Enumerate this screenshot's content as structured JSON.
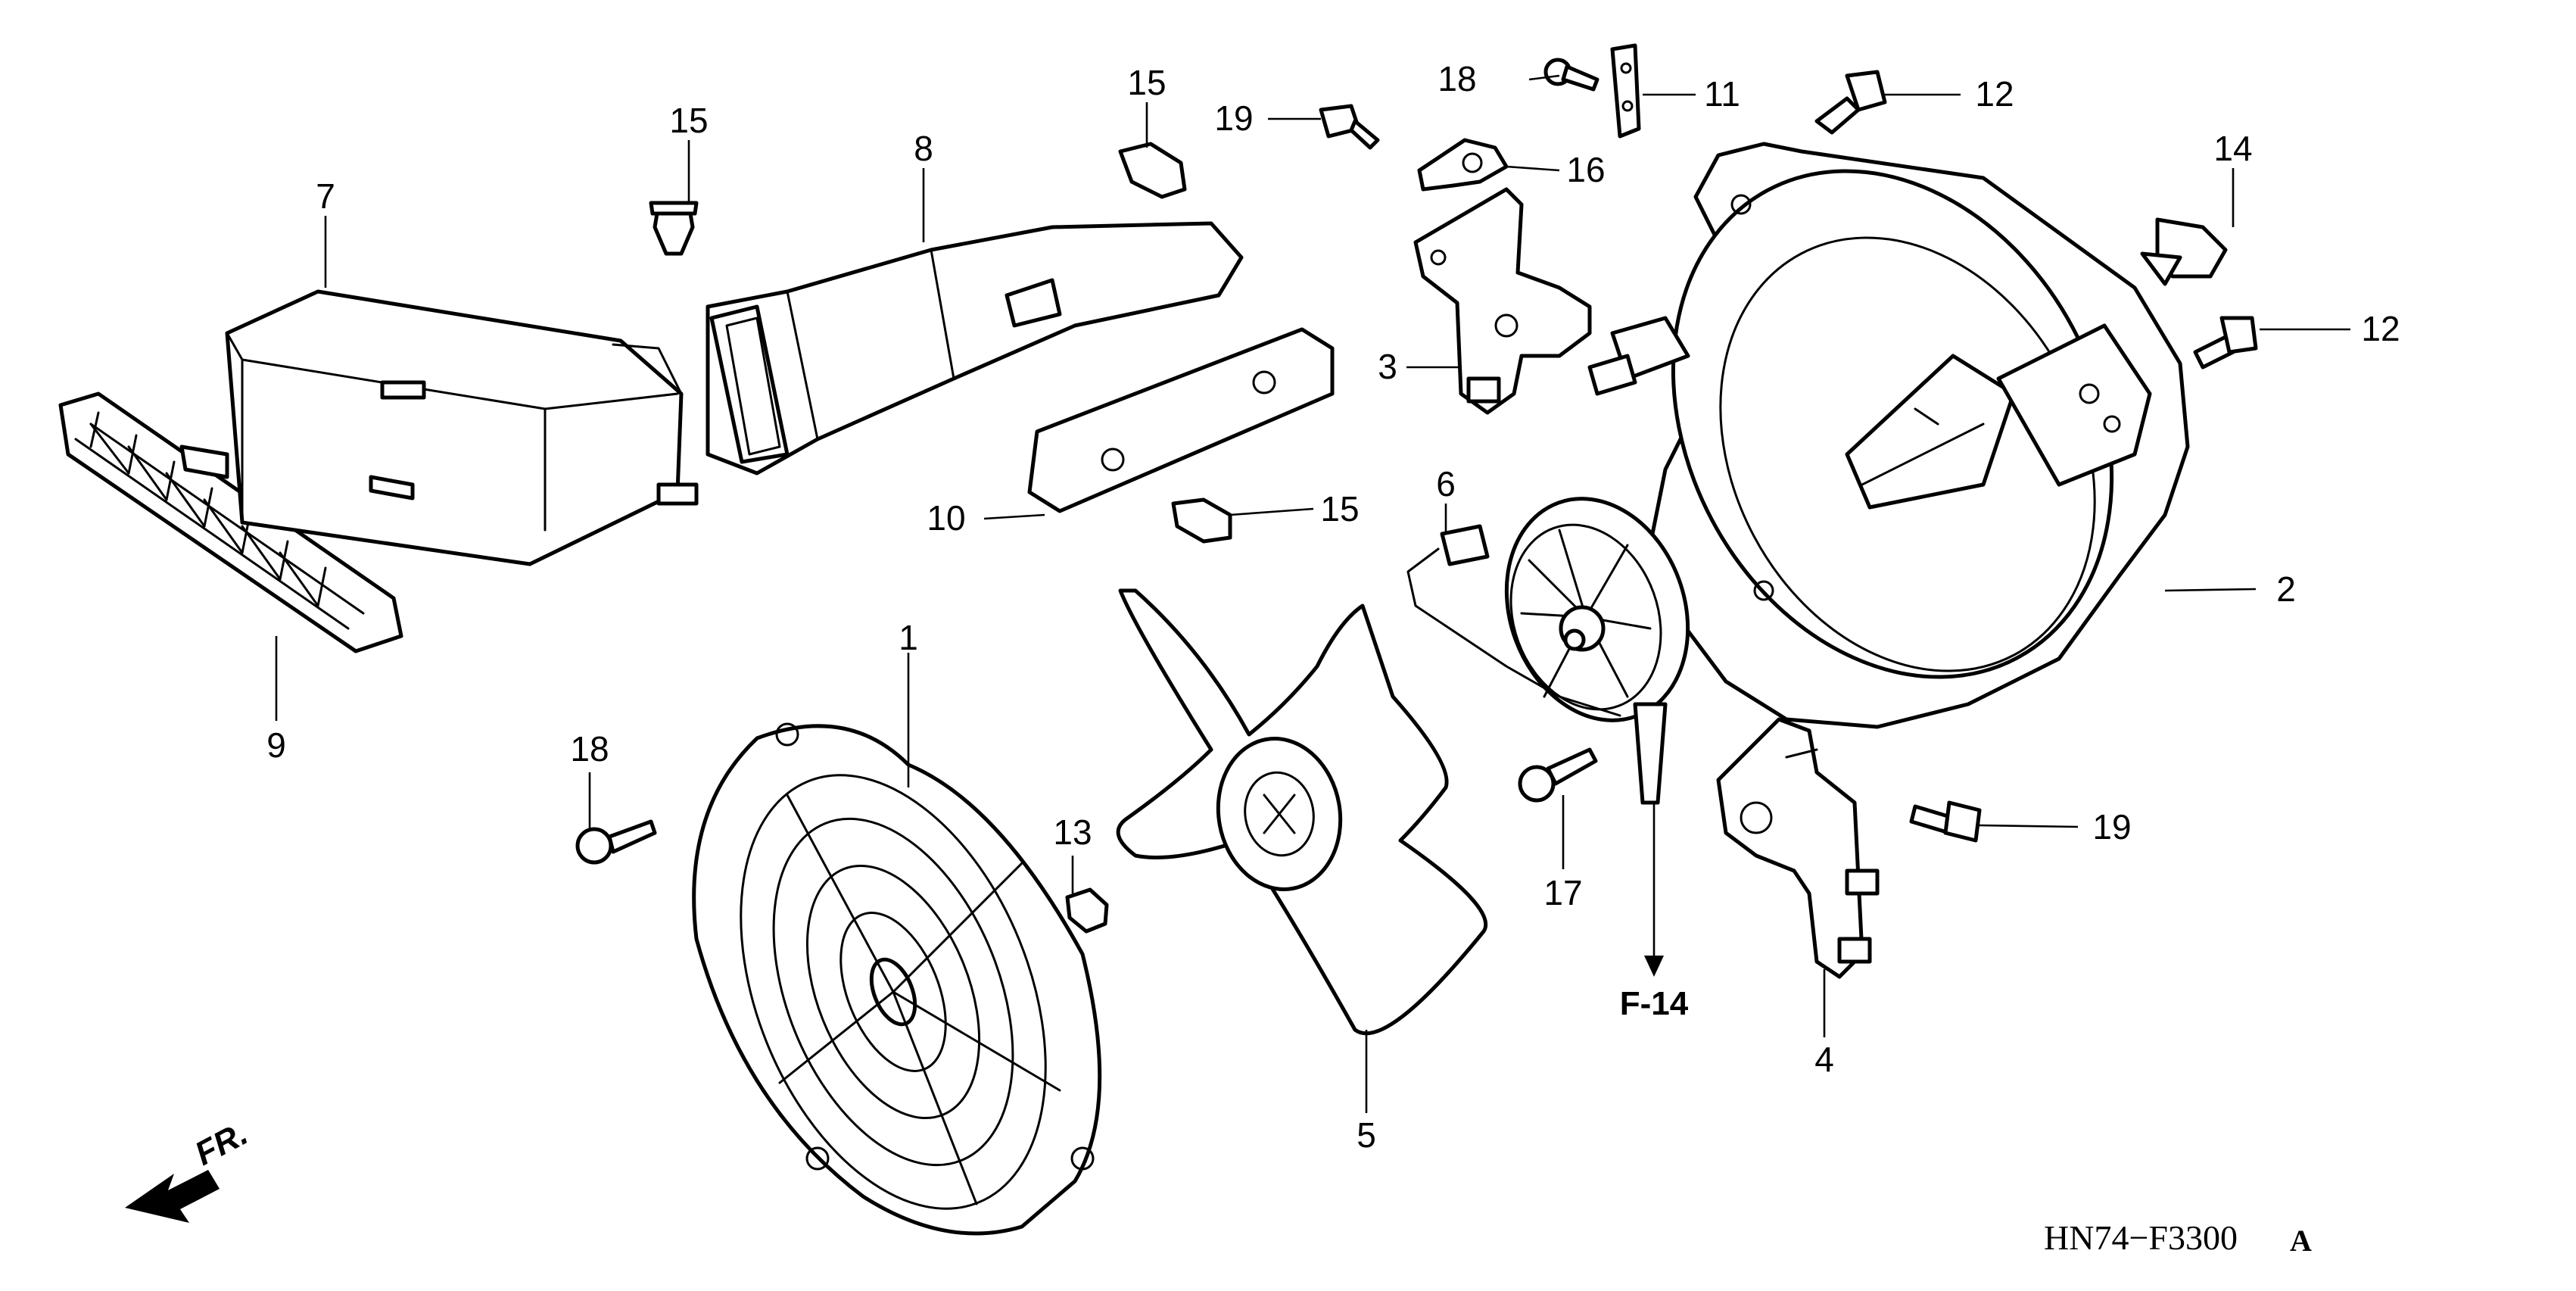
{
  "diagram": {
    "callouts": {
      "c1": "1",
      "c2a": "2",
      "c3": "3",
      "c4": "4",
      "c5": "5",
      "c6": "6",
      "c7": "7",
      "c8": "8",
      "c9": "9",
      "c10": "10",
      "c11": "11",
      "c12a": "12",
      "c12b": "12",
      "c13": "13",
      "c14": "14",
      "c15a": "15",
      "c15b": "15",
      "c15c": "15",
      "c16": "16",
      "c17": "17",
      "c18a": "18",
      "c18b": "18",
      "c19a": "19",
      "c19b": "19"
    },
    "ref_label": "F-14",
    "front_label": "FR.",
    "diagram_code": "HN74−F3300",
    "diagram_code_suffix": "A"
  }
}
